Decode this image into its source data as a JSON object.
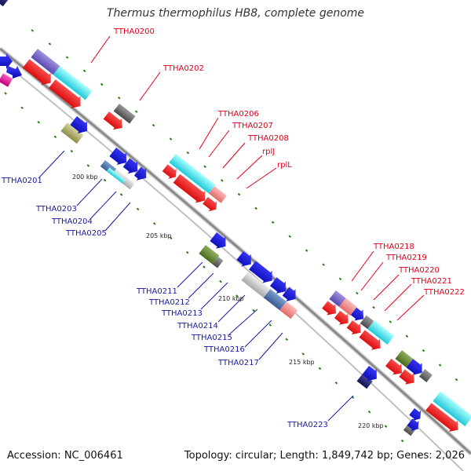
{
  "title": "Thermus thermophilus HB8, complete genome",
  "footer": {
    "accession": "Accession: NC_006461",
    "topology": "Topology: circular; Length: 1,849,742 bp; Genes: 2,026"
  },
  "scale_labels": [
    "200 kbp",
    "205 kbp",
    "210 kbp",
    "215 kbp",
    "220 kbp"
  ],
  "gene_labels_top": [
    "TTHA0200",
    "TTHA0202",
    "TTHA0206",
    "TTHA0207",
    "TTHA0208",
    "rplJ",
    "rplL",
    "TTHA0218",
    "TTHA0219",
    "TTHA0220",
    "TTHA0221",
    "TTHA0222"
  ],
  "gene_labels_bottom": [
    "TTHA0201",
    "TTHA0203",
    "TTHA0204",
    "TTHA0205",
    "TTHA0211",
    "TTHA0212",
    "TTHA0213",
    "TTHA0214",
    "TTHA0215",
    "TTHA0216",
    "TTHA0217",
    "TTHA0223"
  ],
  "colors": {
    "top_label": "#e0001a",
    "bottom_label": "#1a1aa0",
    "backbone": "#8a8a8a",
    "tick": "#2a7a1a"
  }
}
